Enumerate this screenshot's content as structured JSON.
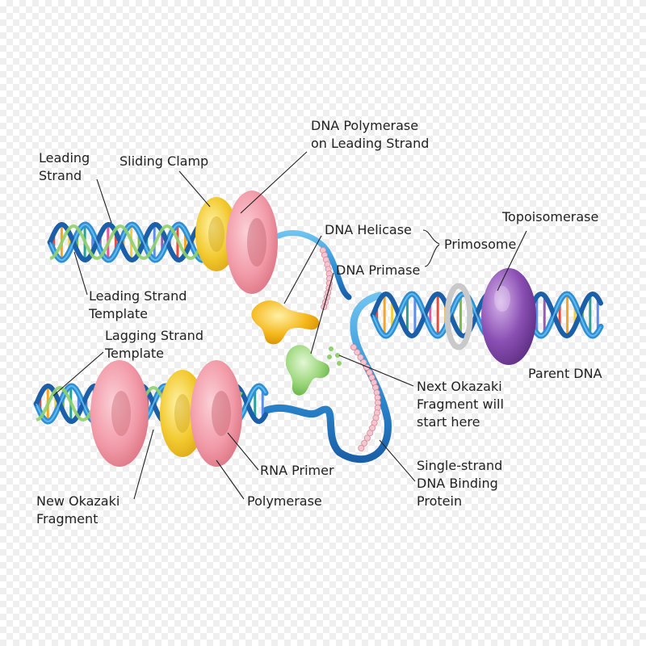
{
  "colors": {
    "backbone": "#2e8fd4",
    "backbone_dark": "#1a5fa8",
    "backbone_light": "#6fc3f0",
    "clamp": "#f2c92e",
    "polymerase": "#f29aa8",
    "helicase": "#f5b81c",
    "primase": "#8fd16a",
    "topoisomerase": "#8a4fb3",
    "ssb": "#f4c4cf",
    "rung_colors": [
      "#e94b3c",
      "#f5a623",
      "#f4d03f",
      "#7bc043",
      "#2aa198",
      "#5b8def",
      "#9b59b6",
      "#e8559e"
    ]
  },
  "labels": {
    "leading_strand": [
      "Leading",
      "Strand"
    ],
    "sliding_clamp": [
      "Sliding Clamp"
    ],
    "dna_pol_leading": [
      "DNA Polymerase",
      "on Leading Strand"
    ],
    "dna_helicase": [
      "DNA Helicase"
    ],
    "primosome": [
      "Primosome"
    ],
    "dna_primase": [
      "DNA Primase"
    ],
    "topoisomerase": [
      "Topoisomerase"
    ],
    "leading_template": [
      "Leading Strand",
      "Template"
    ],
    "lagging_template": [
      "Lagging Strand",
      "Template"
    ],
    "parent_dna": [
      "Parent DNA"
    ],
    "next_okazaki": [
      "Next Okazaki",
      "Fragment will",
      "start here"
    ],
    "rna_primer": [
      "RNA Primer"
    ],
    "ssb": [
      "Single-strand",
      "DNA Binding",
      "Protein"
    ],
    "new_okazaki": [
      "New Okazaki",
      "Fragment"
    ],
    "polymerase": [
      "Polymerase"
    ]
  }
}
